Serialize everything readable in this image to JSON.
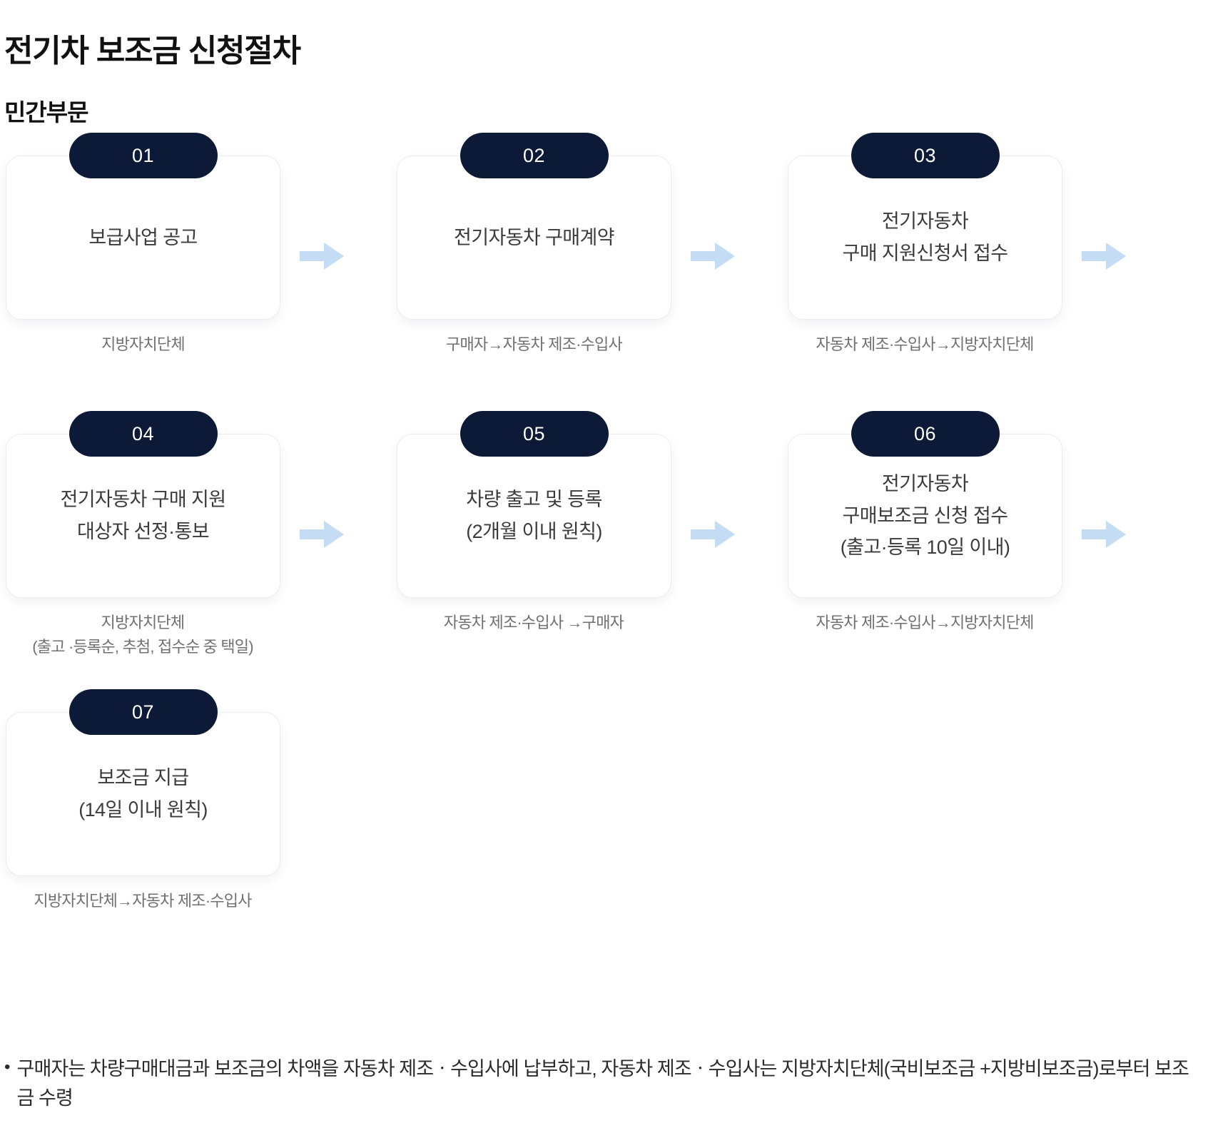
{
  "header": {
    "title": "전기차 보조금 신청절차",
    "section": "민간부문"
  },
  "colors": {
    "badge_bg": "#0c1a38",
    "badge_text": "#ffffff",
    "card_bg": "#ffffff",
    "card_border": "#ededf0",
    "arrow": "#c5dcf5",
    "caption_text": "#707070",
    "body_text": "#333333"
  },
  "steps": [
    {
      "number": "01",
      "lines": [
        "보급사업 공고"
      ],
      "caption": [
        "지방자치단체"
      ]
    },
    {
      "number": "02",
      "lines": [
        "전기자동차 구매계약"
      ],
      "caption": [
        "구매자→자동차 제조·수입사"
      ]
    },
    {
      "number": "03",
      "lines": [
        "전기자동차",
        "구매 지원신청서 접수"
      ],
      "caption": [
        "자동차 제조·수입사→지방자치단체"
      ]
    },
    {
      "number": "04",
      "lines": [
        "전기자동차 구매 지원",
        "대상자 선정·통보"
      ],
      "caption": [
        "지방자치단체",
        "(출고 ·등록순, 추첨, 접수순 중 택일)"
      ]
    },
    {
      "number": "05",
      "lines": [
        "차량 출고 및 등록",
        "(2개월 이내 원칙)"
      ],
      "caption": [
        "자동차 제조·수입사 →구매자"
      ]
    },
    {
      "number": "06",
      "lines": [
        "전기자동차",
        "구매보조금 신청 접수",
        "(출고·등록 10일 이내)"
      ],
      "caption": [
        "자동차 제조·수입사→지방자치단체"
      ]
    },
    {
      "number": "07",
      "lines": [
        "보조금 지급",
        "(14일 이내 원칙)"
      ],
      "caption": [
        "지방자치단체→자동차 제조·수입사"
      ]
    }
  ],
  "arrows": {
    "icon": "arrow-right-icon",
    "count": 4
  },
  "note": {
    "bullet": "•",
    "text": "구매자는 차량구매대금과 보조금의 차액을 자동차 제조ㆍ수입사에 납부하고, 자동차 제조ㆍ수입사는 지방자치단체(국비보조금 +지방비보조금)로부터 보조금 수령"
  }
}
